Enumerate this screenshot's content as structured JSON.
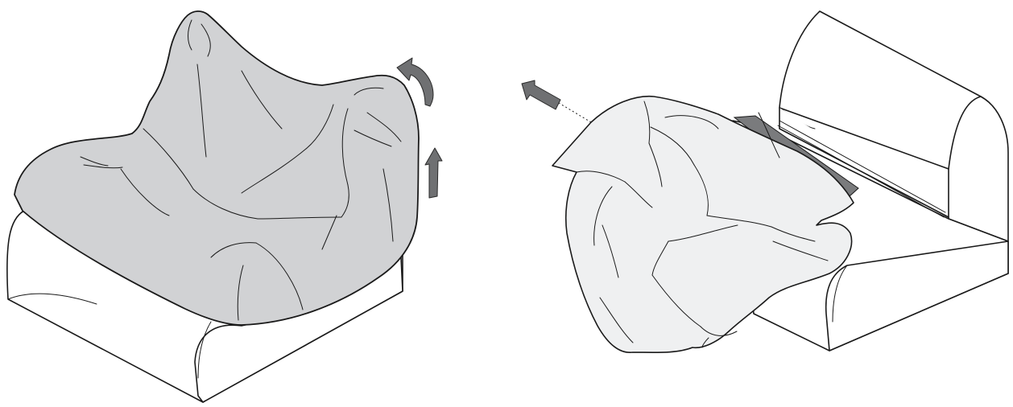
{
  "panels": [
    {
      "id": "left",
      "step": "cover-on-cushion"
    },
    {
      "id": "right",
      "step": "pull-cover-off"
    }
  ],
  "colors": {
    "cover_left": "#d1d2d4",
    "cover_right": "#eff0f1",
    "arrow": "#6f7072",
    "strip": "#7a7b7d",
    "outline": "#1a1a1a"
  },
  "icons": [
    "curved-arrow-icon",
    "up-arrow-icon",
    "pull-arrow-icon"
  ]
}
